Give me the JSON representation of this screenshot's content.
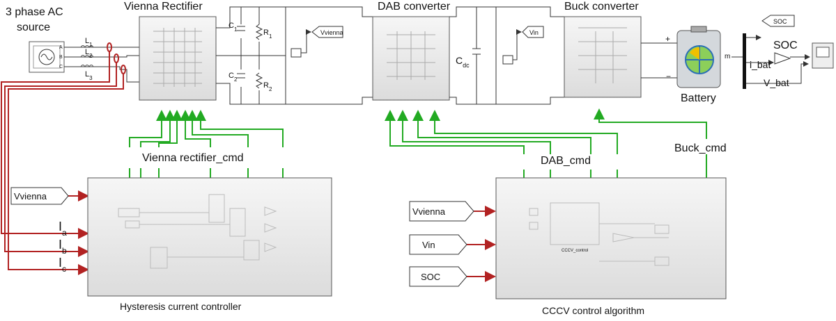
{
  "labels": {
    "source_line1": "3 phase AC",
    "source_line2": "source",
    "vienna_rectifier": "Vienna Rectifier",
    "dab_converter": "DAB converter",
    "buck_converter": "Buck converter",
    "battery": "Battery",
    "soc_title": "SOC",
    "vienna_cmd": "Vienna rectifier_cmd",
    "dab_cmd": "DAB_cmd",
    "buck_cmd": "Buck_cmd",
    "hysteresis": "Hysteresis current controller",
    "cccv": "CCCV control algorithm",
    "cccv_inner": "CCCV_control",
    "i_bat": "i_bat",
    "v_bat": "V_bat",
    "bus_m": "m"
  },
  "components": {
    "C1": "C",
    "C1_sub": "1",
    "C2": "C",
    "C2_sub": "2",
    "R1": "R",
    "R1_sub": "1",
    "R2": "R",
    "R2_sub": "2",
    "Cdc": "C",
    "Cdc_sub": "dc",
    "L1": "L",
    "L1_sub": "1",
    "L2": "L",
    "L2_sub": "2",
    "L3": "L",
    "L3_sub": "3",
    "phase_a": "A",
    "phase_b": "B",
    "phase_c": "C"
  },
  "tags": {
    "vvienna_goto": "Vvienna",
    "vin_goto": "Vin",
    "soc_goto": "SOC",
    "vvienna_from_hcc": "Vvienna",
    "vvienna_from_cccv": "Vvienna",
    "vin_from": "Vin",
    "soc_from": "SOC"
  },
  "currents": {
    "ia": "I",
    "ia_sub": "a",
    "ib": "I",
    "ib_sub": "b",
    "ic": "I",
    "ic_sub": "c"
  },
  "colors": {
    "current_wire": "#b22222",
    "cmd_wire": "#22aa22",
    "block_fill": "#ececec",
    "power_wire": "#333333"
  }
}
